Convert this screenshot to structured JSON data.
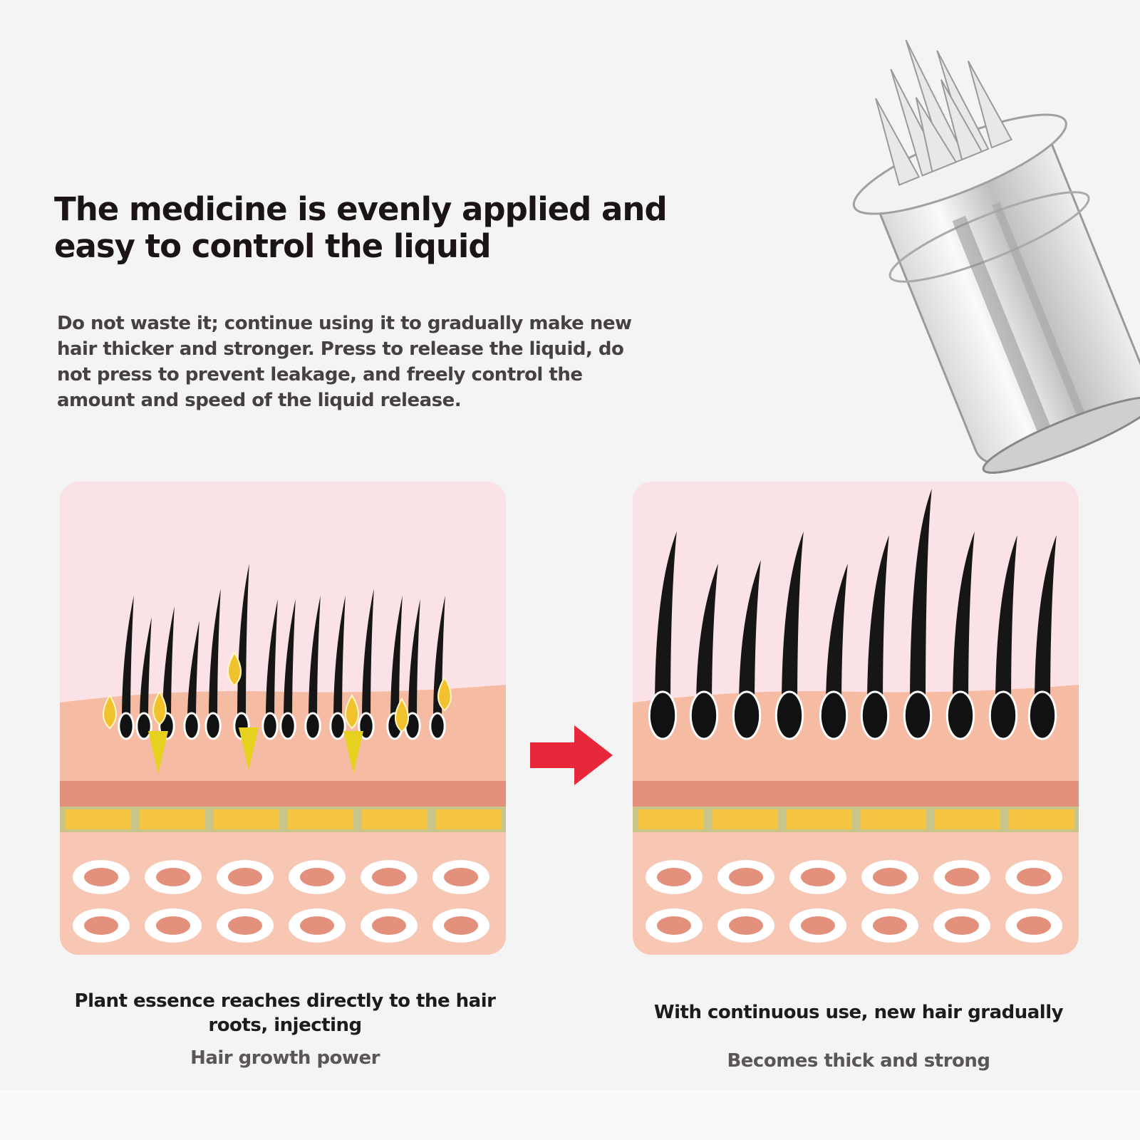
{
  "header": {
    "title": "The medicine is evenly applied and easy to control the liquid",
    "description": "Do not waste it; continue using it to gradually make new hair thicker and stronger. Press to release the liquid, do not press to prevent leakage, and freely control the amount and speed of the liquid release."
  },
  "panels": [
    {
      "caption": "Plant essence reaches directly to the hair roots, injecting",
      "subcaption": "Hair growth power"
    },
    {
      "caption": "With continuous use, new hair gradually",
      "subcaption": "Becomes thick and strong"
    }
  ],
  "colors": {
    "arrow": "#e8283a",
    "skin_top": "#fbe2e6",
    "skin": "#f6bba3",
    "dermis": "#e3917c",
    "fat": "#f5c443",
    "essence": "#f2c12e"
  },
  "icons": {
    "arrow": "right-arrow-icon",
    "product": "hair-applicator-image"
  }
}
